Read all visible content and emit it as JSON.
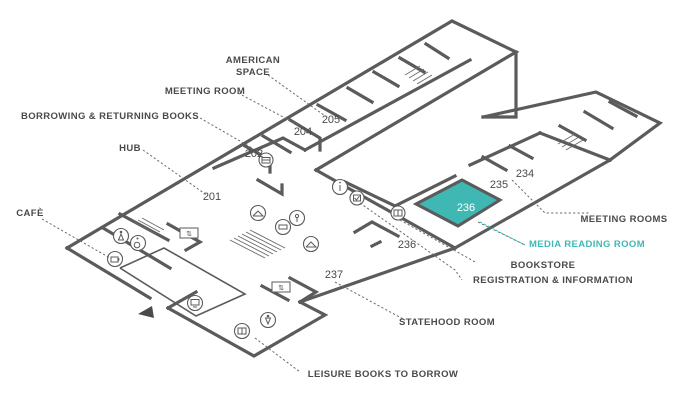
{
  "colors": {
    "wall": "#5b5b5b",
    "text": "#4a4a4a",
    "highlight": "#3fb8b4"
  },
  "rooms": {
    "r201": "201",
    "r202": "202",
    "r204": "204",
    "r205": "205",
    "r234": "234",
    "r235": "235",
    "r236_media": "236",
    "r236_bookstore": "236",
    "r237": "237"
  },
  "labels": {
    "american_space_line1": "AMERICAN",
    "american_space_line2": "SPACE",
    "meeting_room": "MEETING ROOM",
    "borrowing_returning": "BORROWING & RETURNING BOOKS",
    "hub": "HUB",
    "cafe": "CAFÈ",
    "meeting_rooms": "MEETING ROOMS",
    "media_reading_room": "MEDIA READING ROOM",
    "bookstore": "BOOKSTORE",
    "registration_information": "REGISTRATION & INFORMATION",
    "statehood_room": "STATEHOOD ROOM",
    "leisure_books": "LEISURE BOOKS TO BORROW"
  },
  "icons": {
    "info": "info-icon",
    "registration": "checklist-icon",
    "bookstore": "bookstore-icon",
    "hanger": "coat-hanger-icon",
    "seating": "seating-icon",
    "toilet_female": "female-toilet-icon",
    "accessible": "wheelchair-icon",
    "coffee": "coffee-cup-icon",
    "computer": "computer-icon",
    "books": "books-icon",
    "toilet_male": "male-toilet-icon",
    "borrow": "borrow-desk-icon",
    "elevator": "elevator-icon",
    "entrance": "entrance-arrow-icon"
  },
  "elevator_glyph": "⇅"
}
